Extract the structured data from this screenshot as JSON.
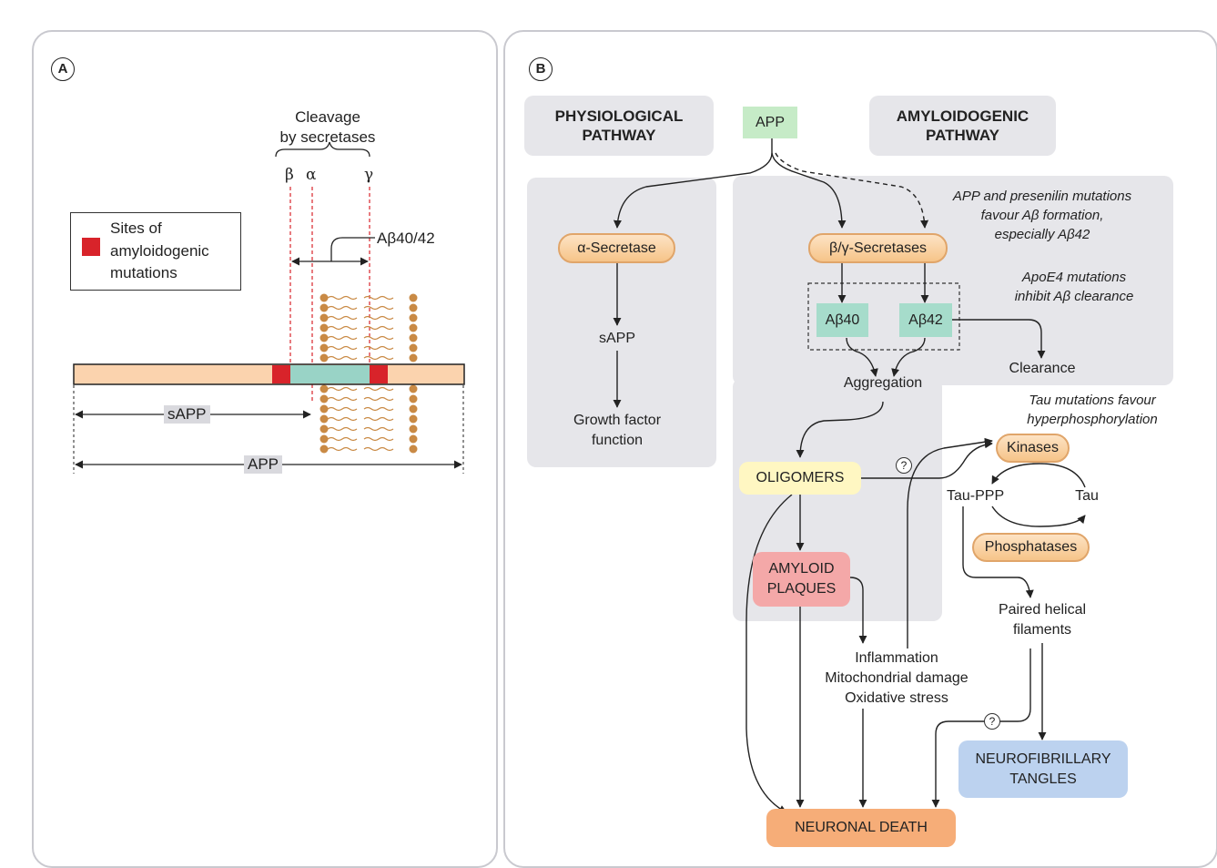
{
  "panel_a": {
    "label": "A",
    "cleavage_title": "Cleavage",
    "cleavage_subtitle": "by secretases",
    "beta": "β",
    "alpha": "α",
    "gamma": "γ",
    "legend_line1": "Sites of",
    "legend_line2": "amyloidogenic",
    "legend_line3": "mutations",
    "abeta_label": "Aβ40/42",
    "sapp_label": "sAPP",
    "app_label": "APP"
  },
  "panel_b": {
    "label": "B",
    "physiological_line1": "PHYSIOLOGICAL",
    "physiological_line2": "PATHWAY",
    "amyloidogenic_line1": "AMYLOIDOGENIC",
    "amyloidogenic_line2": "PATHWAY",
    "app": "APP",
    "alpha_secretase": "α-Secretase",
    "sapp": "sAPP",
    "growth_line1": "Growth factor",
    "growth_line2": "function",
    "beta_gamma_secretases": "β/γ-Secretases",
    "note_app_line1": "APP and presenilin mutations",
    "note_app_line2": "favour Aβ formation,",
    "note_app_line3": "especially Aβ42",
    "note_apoe_line1": "ApoE4 mutations",
    "note_apoe_line2": "inhibit Aβ clearance",
    "abeta40": "Aβ40",
    "abeta42": "Aβ42",
    "clearance": "Clearance",
    "aggregation": "Aggregation",
    "note_tau_line1": "Tau mutations favour",
    "note_tau_line2": "hyperphosphorylation",
    "oligomers": "OLIGOMERS",
    "question": "?",
    "kinases": "Kinases",
    "tau_ppp": "Tau-PPP",
    "tau": "Tau",
    "phosphatases": "Phosphatases",
    "plaques_line1": "AMYLOID",
    "plaques_line2": "PLAQUES",
    "paired_line1": "Paired helical",
    "paired_line2": "filaments",
    "inflammation": "Inflammation",
    "mitochondrial": "Mitochondrial damage",
    "oxidative": "Oxidative stress",
    "tangles_line1": "NEUROFIBRILLARY",
    "tangles_line2": "TANGLES",
    "neuronal_death": "NEURONAL DEATH"
  },
  "colors": {
    "membrane_orange": "#c98a45",
    "app_bar": "#fbd3ae",
    "abeta_teal": "#99d3c6",
    "mutation_red": "#d8232a",
    "gray_panel": "#e6e6ea",
    "oligomers_yellow": "#fff7c2",
    "plaques_pink": "#f4a8a8",
    "tangles_blue": "#bcd2ef",
    "neuronal_death_orange": "#f6ad78"
  }
}
